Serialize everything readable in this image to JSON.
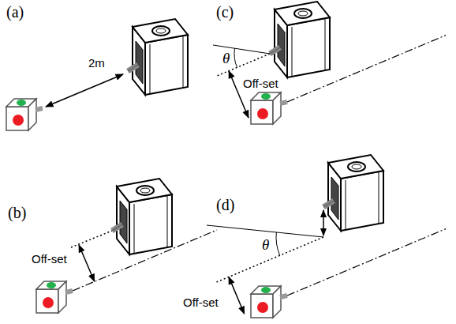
{
  "diagram": {
    "labels": [
      "(a)",
      "2m",
      "(c)",
      "θ",
      "Off-set",
      "(b)",
      "Off-set",
      "(d)",
      "θ",
      "Off-set"
    ]
  }
}
